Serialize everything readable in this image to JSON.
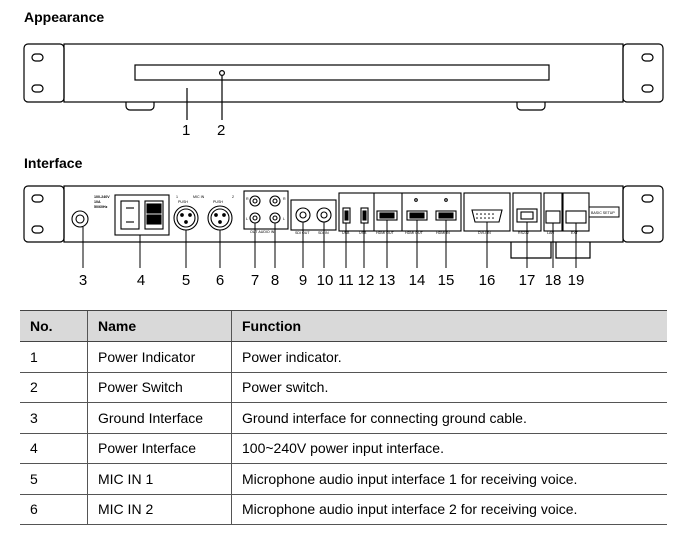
{
  "sections": {
    "appearance": "Appearance",
    "interface": "Interface"
  },
  "front_callouts": [
    "1",
    "2"
  ],
  "rear_callouts": [
    "3",
    "4",
    "5",
    "6",
    "7",
    "8",
    "9",
    "10",
    "11",
    "12",
    "13",
    "14",
    "15",
    "16",
    "17",
    "18",
    "19"
  ],
  "panel_labels": {
    "power_rating": [
      "100-240V",
      "10A",
      "50/60Hz"
    ],
    "mic_in": "MIC IN",
    "push_1": "PUSH",
    "push_2": "PUSH",
    "mic_1": "1",
    "mic_2": "2",
    "audio_r": "R",
    "audio_l": "L",
    "audio_out_r": "R",
    "audio_out_l": "L",
    "audio_in": "OUT  AUDIO IN",
    "sdi_out": "SDI OUT",
    "sdi_in": "SDI IN",
    "usb_1": "USB",
    "usb_2": "USB",
    "hdmi_out_1": "HDMI OUT",
    "hdmi_out_2": "HDMI OUT",
    "hdmi_in": "HDMI IN",
    "dvi_in": "DVI-I IN",
    "rs232": "RS232",
    "lan": "LAN",
    "ext": "EXT",
    "basic_setup": "BASIC SETUP"
  },
  "table": {
    "headers": [
      "No.",
      "Name",
      "Function"
    ],
    "rows": [
      [
        "1",
        "Power Indicator",
        "Power indicator."
      ],
      [
        "2",
        "Power Switch",
        "Power switch."
      ],
      [
        "3",
        "Ground Interface",
        "Ground interface for connecting ground cable."
      ],
      [
        "4",
        "Power Interface",
        "100~240V power input interface."
      ],
      [
        "5",
        "MIC IN 1",
        "Microphone audio input interface 1 for receiving voice."
      ],
      [
        "6",
        "MIC IN 2",
        "Microphone audio input interface 2 for receiving voice."
      ]
    ]
  }
}
